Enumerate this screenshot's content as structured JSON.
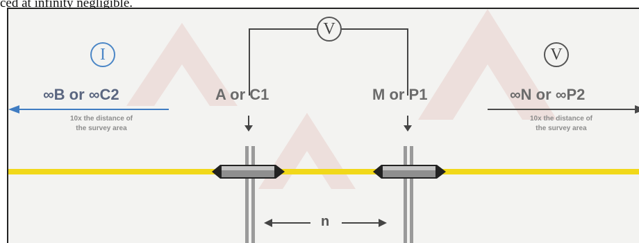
{
  "caption": "ced at infinity negligible.",
  "symbols": {
    "current": "I",
    "voltage": "V"
  },
  "left": {
    "label": "∞B or ∞C2",
    "note_line1": "10x the distance of",
    "note_line2": "the survey area"
  },
  "right": {
    "label": "∞N or ∞P2",
    "note_line1": "10x the distance of",
    "note_line2": "the survey area"
  },
  "electrode_a": {
    "label": "A or C1"
  },
  "electrode_m": {
    "label": "M or P1"
  },
  "spacing": {
    "label": "n"
  },
  "colors": {
    "cable": "#f1d81a",
    "arrow_blue": "#3f7cc2",
    "arrow_grey": "#4a4a4a",
    "background": "#f3f3f1"
  }
}
